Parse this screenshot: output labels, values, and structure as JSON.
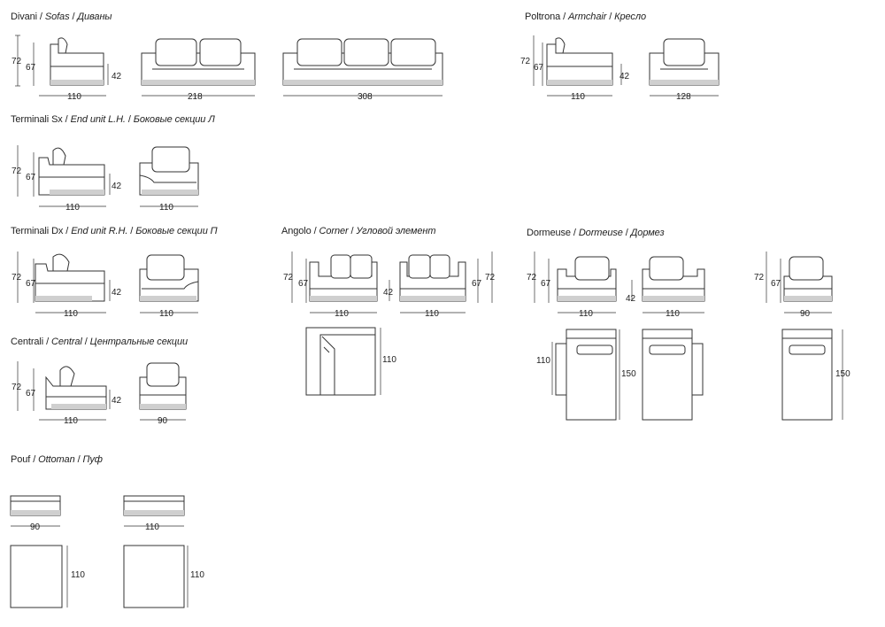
{
  "sections": {
    "sofas": {
      "it": "Divani",
      "en": "Sofas",
      "ru": "Диваны"
    },
    "armchair": {
      "it": "Poltrona",
      "en": "Armchair",
      "ru": "Кресло"
    },
    "end_lh": {
      "it": "Terminali Sx",
      "en": "End unit L.H.",
      "ru": "Боковые секции Л"
    },
    "end_rh": {
      "it": "Terminali Dx",
      "en": "End unit R.H.",
      "ru": "Боковые секции П"
    },
    "corner": {
      "it": "Angolo",
      "en": "Corner",
      "ru": "Угловой элемент"
    },
    "dormeuse": {
      "it": "Dormeuse",
      "en": "Dormeuse",
      "ru": "Дормез"
    },
    "central": {
      "it": "Centrali",
      "en": "Central",
      "ru": "Центральные секции"
    },
    "ottoman": {
      "it": "Pouf",
      "en": "Ottoman",
      "ru": "Пуф"
    }
  },
  "dimensions": {
    "sofas": {
      "h_total": "72",
      "h_back": "67",
      "h_seat": "42",
      "depth": "110",
      "w2": "218",
      "w3": "308"
    },
    "armchair": {
      "h_total": "72",
      "h_back": "67",
      "h_seat": "42",
      "depth": "110",
      "width": "128"
    },
    "end_lh": {
      "h_total": "72",
      "h_back": "67",
      "h_seat": "42",
      "depth": "110",
      "width": "110"
    },
    "end_rh": {
      "h_total": "72",
      "h_back": "67",
      "h_seat": "42",
      "depth": "110",
      "width": "110"
    },
    "corner": {
      "h_total_l": "72",
      "h_back_l": "67",
      "h_seat": "42",
      "h_back_r": "67",
      "h_total_r": "72",
      "w1": "110",
      "w2": "110",
      "plan": "110"
    },
    "dormeuse": {
      "h_total": "72",
      "h_back": "67",
      "h_seat": "42",
      "w1": "110",
      "w2": "110",
      "side_h_total": "72",
      "side_h_back": "67",
      "side_w": "90",
      "plan_w": "110",
      "plan_l1": "150",
      "plan_l2": "150"
    },
    "central": {
      "h_total": "72",
      "h_back": "67",
      "h_seat": "42",
      "depth": "110",
      "width": "90"
    },
    "ottoman": {
      "w1": "90",
      "w2": "110",
      "d1": "110",
      "d2": "110"
    }
  }
}
